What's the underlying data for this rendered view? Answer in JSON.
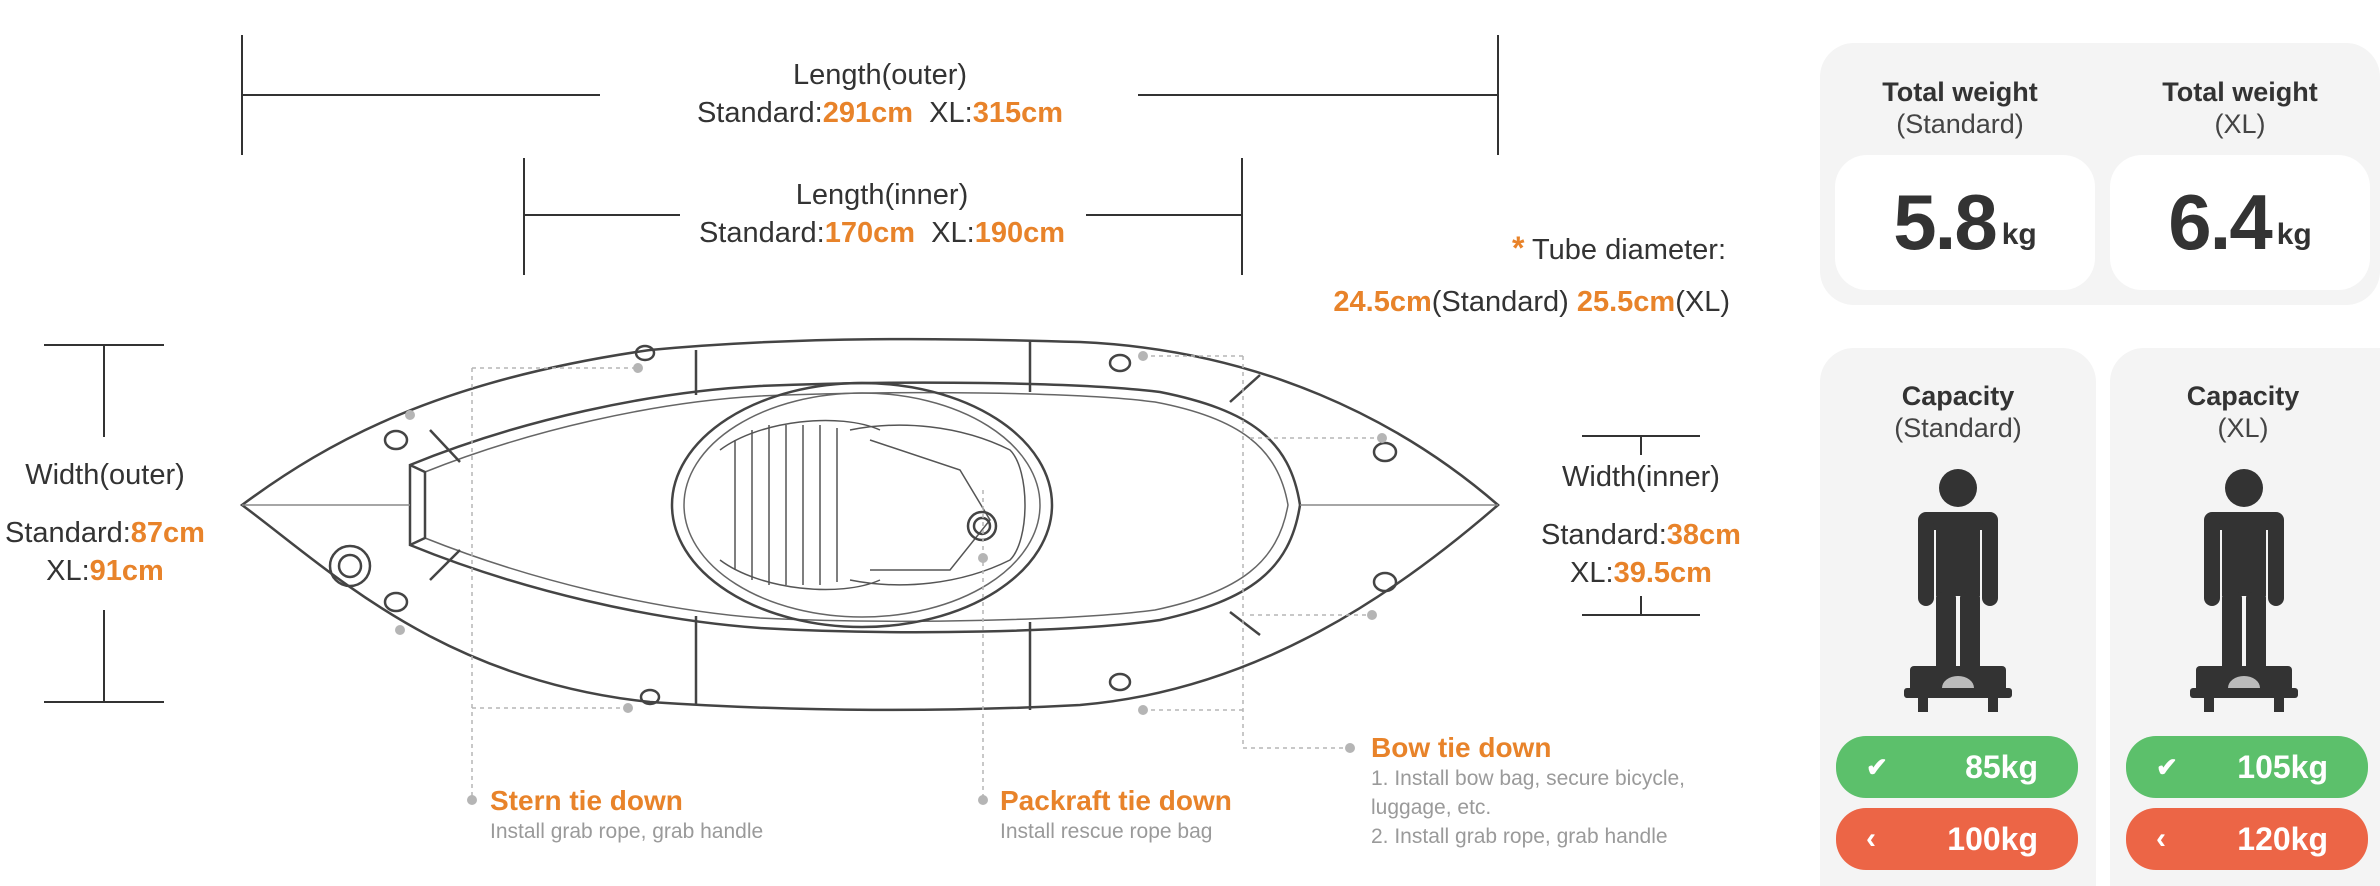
{
  "dimensions": {
    "length_outer": {
      "title": "Length(outer)",
      "std_label": "Standard:",
      "std_value": "291cm",
      "xl_label": "XL:",
      "xl_value": "315cm"
    },
    "length_inner": {
      "title": "Length(inner)",
      "std_label": "Standard:",
      "std_value": "170cm",
      "xl_label": "XL:",
      "xl_value": "190cm"
    },
    "tube_diameter": {
      "star": "*",
      "title": "Tube diameter:",
      "std_value": "24.5cm",
      "std_label": "(Standard)",
      "xl_value": "25.5cm",
      "xl_label": "(XL)"
    },
    "width_outer": {
      "title": "Width(outer)",
      "std_label": "Standard:",
      "std_value": "87cm",
      "xl_label": "XL:",
      "xl_value": "91cm"
    },
    "width_inner": {
      "title": "Width(inner)",
      "std_label": "Standard:",
      "std_value": "38cm",
      "xl_label": "XL:",
      "xl_value": "39.5cm"
    }
  },
  "callouts": {
    "stern": {
      "title": "Stern tie down",
      "desc": "Install grab rope, grab handle"
    },
    "packraft": {
      "title": "Packraft tie down",
      "desc": "Install rescue rope bag"
    },
    "bow": {
      "title": "Bow tie down",
      "desc_1": "1. Install bow bag, secure bicycle,",
      "desc_2": "luggage, etc.",
      "desc_3": "2. Install grab rope, grab handle"
    }
  },
  "weight": {
    "standard": {
      "title": "Total weight",
      "sub": "(Standard)",
      "value": "5.8",
      "unit": "kg"
    },
    "xl": {
      "title": "Total weight",
      "sub": "(XL)",
      "value": "6.4",
      "unit": "kg"
    }
  },
  "capacity": {
    "standard": {
      "title": "Capacity",
      "sub": "(Standard)",
      "ok_value": "85kg",
      "max_value": "100kg"
    },
    "xl": {
      "title": "Capacity",
      "sub": "(XL)",
      "ok_value": "105kg",
      "max_value": "120kg"
    }
  },
  "colors": {
    "accent": "#e8832a",
    "ok": "#5cc06b",
    "max": "#ec6546",
    "panel": "#f4f4f4"
  },
  "icons": {
    "ok": "check-icon",
    "max": "chevron-left-icon",
    "person": "person-on-scale-icon"
  }
}
